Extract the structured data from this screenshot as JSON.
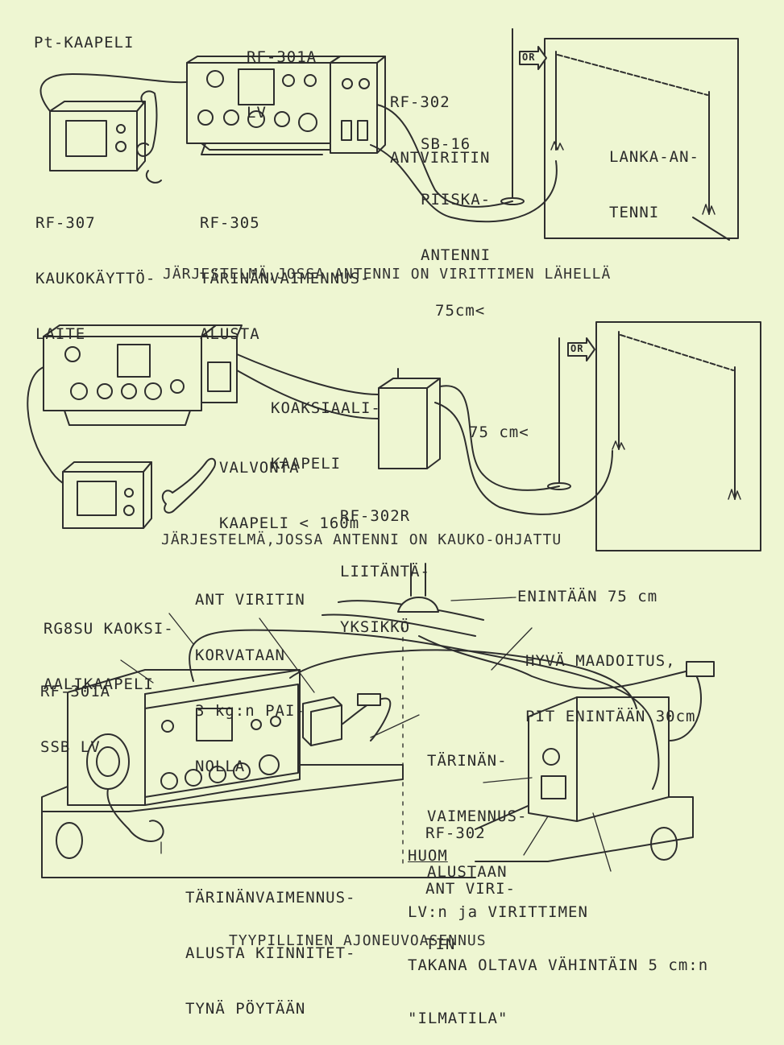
{
  "section1": {
    "pt_cable": "Pt-KAAPELI",
    "rf301a": [
      "RF-301A",
      "LV"
    ],
    "rf302": [
      "RF-302",
      "ANTVIRITIN"
    ],
    "sb16": [
      "SB-16",
      "PIISKA-",
      "ANTENNI",
      "75cm<"
    ],
    "rf307": [
      "RF-307",
      "KAUKOKÄYTTÖ-",
      "LAITE"
    ],
    "rf305": [
      "RF-305",
      "TÄRINÄNVAIMENNUS-",
      "ALUSTA"
    ],
    "or_sign": "OR",
    "wire_antenna": [
      "LANKA-AN-",
      "TENNI"
    ],
    "caption": "JÄRJESTELMÄ,JOSSA ANTENNI ON VIRITTIMEN LÄHELLÄ"
  },
  "section2": {
    "coax": [
      "KOAKSIAALI-",
      "KAAPELI"
    ],
    "control": [
      "VALVONTA",
      "KAAPELI < 160m"
    ],
    "distance": "75 cm<",
    "rf302r": [
      "RF-302R",
      "LIITÄNTÄ-",
      "YKSIKKÖ"
    ],
    "or_sign": "OR",
    "caption": "JÄRJESTELMÄ,JOSSA ANTENNI ON KAUKO-OHJATTU"
  },
  "section3": {
    "ant_tuner": [
      "ANT VIRITIN",
      "KORVATAAN",
      "3 kg:n PAI-",
      "NOLLA"
    ],
    "rg8su": [
      "RG8SU KAOKSI-",
      "AALIKAAPELI"
    ],
    "max75": "ENINTÄÄN 75 cm",
    "ground": [
      "HYVÄ MAADOITUS,",
      "PIT ENINTÄÄN 30cm"
    ],
    "rf301a": [
      "RF-301A",
      "SSB LV"
    ],
    "damp_base": [
      "TÄRINÄN-",
      "VAIMENNUS-",
      "ALUSTAAN"
    ],
    "rf302": [
      "RF-302",
      "ANT VIRI-",
      "TIN"
    ],
    "table_mount": [
      "TÄRINÄNVAIMENNUS-",
      "ALUSTA KIINNITET-",
      "TYNÄ PÖYTÄÄN"
    ],
    "note_title": "HUOM",
    "note": [
      "LV:n ja VIRITTIMEN",
      "TAKANA OLTAVA VÄHINTÄIN 5 cm:n",
      "\"ILMATILA\""
    ],
    "caption": "TYYPILLINEN AJONEUVOASENNUS"
  }
}
